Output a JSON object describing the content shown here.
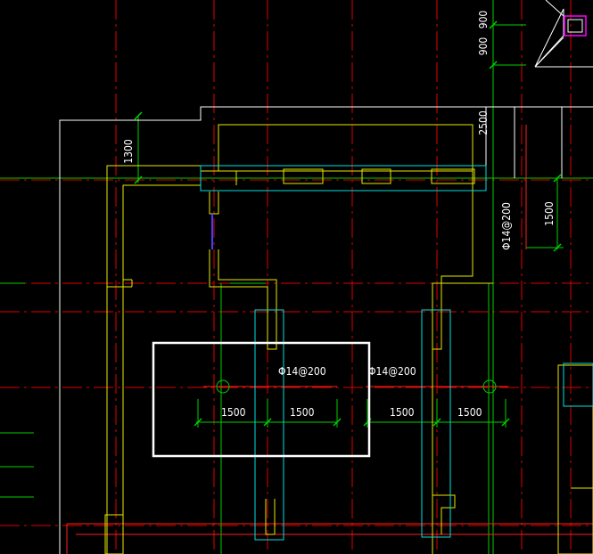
{
  "drawing": {
    "dims_vertical": [
      {
        "id": "dim-900-top",
        "text": "900"
      },
      {
        "id": "dim-900-mid",
        "text": "900"
      },
      {
        "id": "dim-2500",
        "text": "2500"
      },
      {
        "id": "dim-1300",
        "text": "1300"
      },
      {
        "id": "dim-1500-right",
        "text": "1500"
      }
    ],
    "rebar_labels": [
      {
        "id": "rebar-right-vertical",
        "text": "Φ14@200"
      },
      {
        "id": "rebar-center",
        "text": "Φ14@200"
      },
      {
        "id": "rebar-right",
        "text": "Φ14@200"
      }
    ],
    "dims_horizontal": [
      {
        "id": "dim-1500-a",
        "text": "1500"
      },
      {
        "id": "dim-1500-b",
        "text": "1500"
      },
      {
        "id": "dim-1500-c",
        "text": "1500"
      },
      {
        "id": "dim-1500-d",
        "text": "1500"
      }
    ],
    "colors": {
      "background": "#000000",
      "axis": "#ff0000",
      "wall": "#ffff00",
      "dimension": "#00ff00",
      "outline": "#ffffff",
      "beam": "#00ffff",
      "marker": "#ff00ff"
    }
  }
}
